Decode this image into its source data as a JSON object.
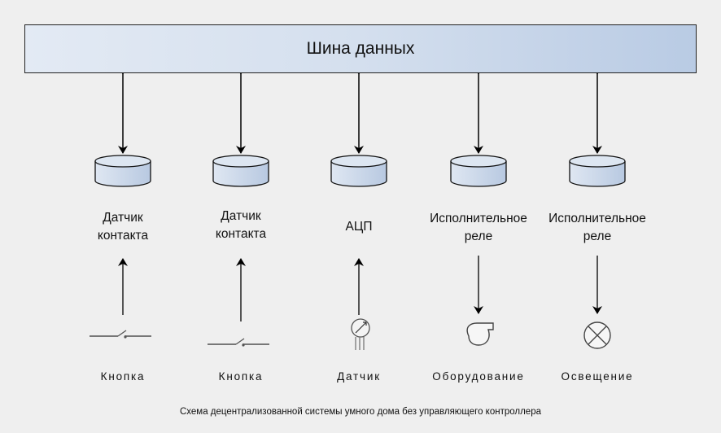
{
  "title": "Схема децентрализованной системы умного дома без управляющего контроллера",
  "bus": {
    "label": "Шина данных"
  },
  "columns": [
    {
      "module_label": "Датчик контакта",
      "module_line1": "Датчик",
      "module_line2": "контакта",
      "device_label": "Кнопка",
      "device_icon": "switch-icon",
      "direction": "up"
    },
    {
      "module_label": "Датчик контакта",
      "module_line1": "Датчик",
      "module_line2": "контакта",
      "device_label": "Кнопка",
      "device_icon": "switch-icon",
      "direction": "up"
    },
    {
      "module_label": "АЦП",
      "module_line1": "АЦП",
      "module_line2": "",
      "device_label": "Датчик",
      "device_icon": "sensor-icon",
      "direction": "up"
    },
    {
      "module_label": "Исполнительное реле",
      "module_line1": "Исполнительное",
      "module_line2": "реле",
      "device_label": "Оборудование",
      "device_icon": "fan-equipment-icon",
      "direction": "down"
    },
    {
      "module_label": "Исполнительное реле",
      "module_line1": "Исполнительное",
      "module_line2": "реле",
      "device_label": "Освещение",
      "device_icon": "lamp-icon",
      "direction": "down"
    }
  ],
  "colors": {
    "bus_gradient_start": "#e3eaf4",
    "bus_gradient_end": "#b9cbe4",
    "module_fill": "#c9d6e8",
    "background": "#efefef"
  }
}
